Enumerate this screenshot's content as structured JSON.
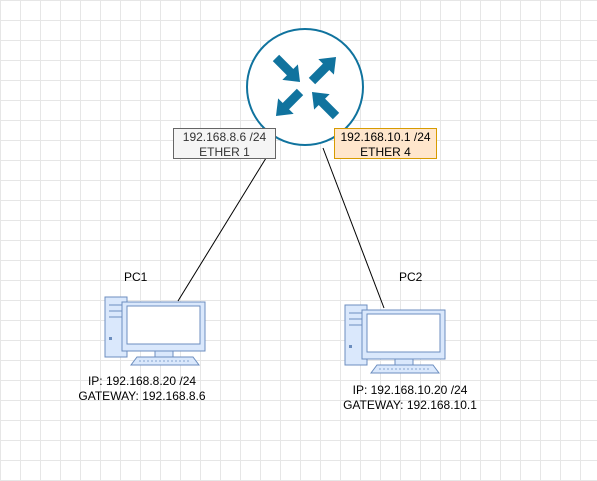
{
  "diagram": {
    "colors": {
      "router_fill": "#ffffff",
      "router_stroke": "#10739e",
      "arrow_color": "#10739e",
      "pc_fill": "#dae8fc",
      "pc_stroke": "#6c8ebf",
      "link_color": "#000000",
      "ether1_fill": "#f5f5f5",
      "ether1_stroke": "#666666",
      "ether4_fill": "#ffe6cc",
      "ether4_stroke": "#d79b00"
    },
    "router": {
      "icon": "router-icon"
    },
    "ether1": {
      "ip": "192.168.8.6 /24",
      "name": "ETHER 1"
    },
    "ether4": {
      "ip": "192.168.10.1 /24",
      "name": "ETHER 4"
    },
    "pc1": {
      "label": "PC1",
      "icon": "desktop-computer-icon",
      "ip": "IP: 192.168.8.20 /24",
      "gateway": "GATEWAY: 192.168.8.6"
    },
    "pc2": {
      "label": "PC2",
      "icon": "desktop-computer-icon",
      "ip": "IP: 192.168.10.20 /24",
      "gateway": "GATEWAY: 192.168.10.1"
    }
  }
}
